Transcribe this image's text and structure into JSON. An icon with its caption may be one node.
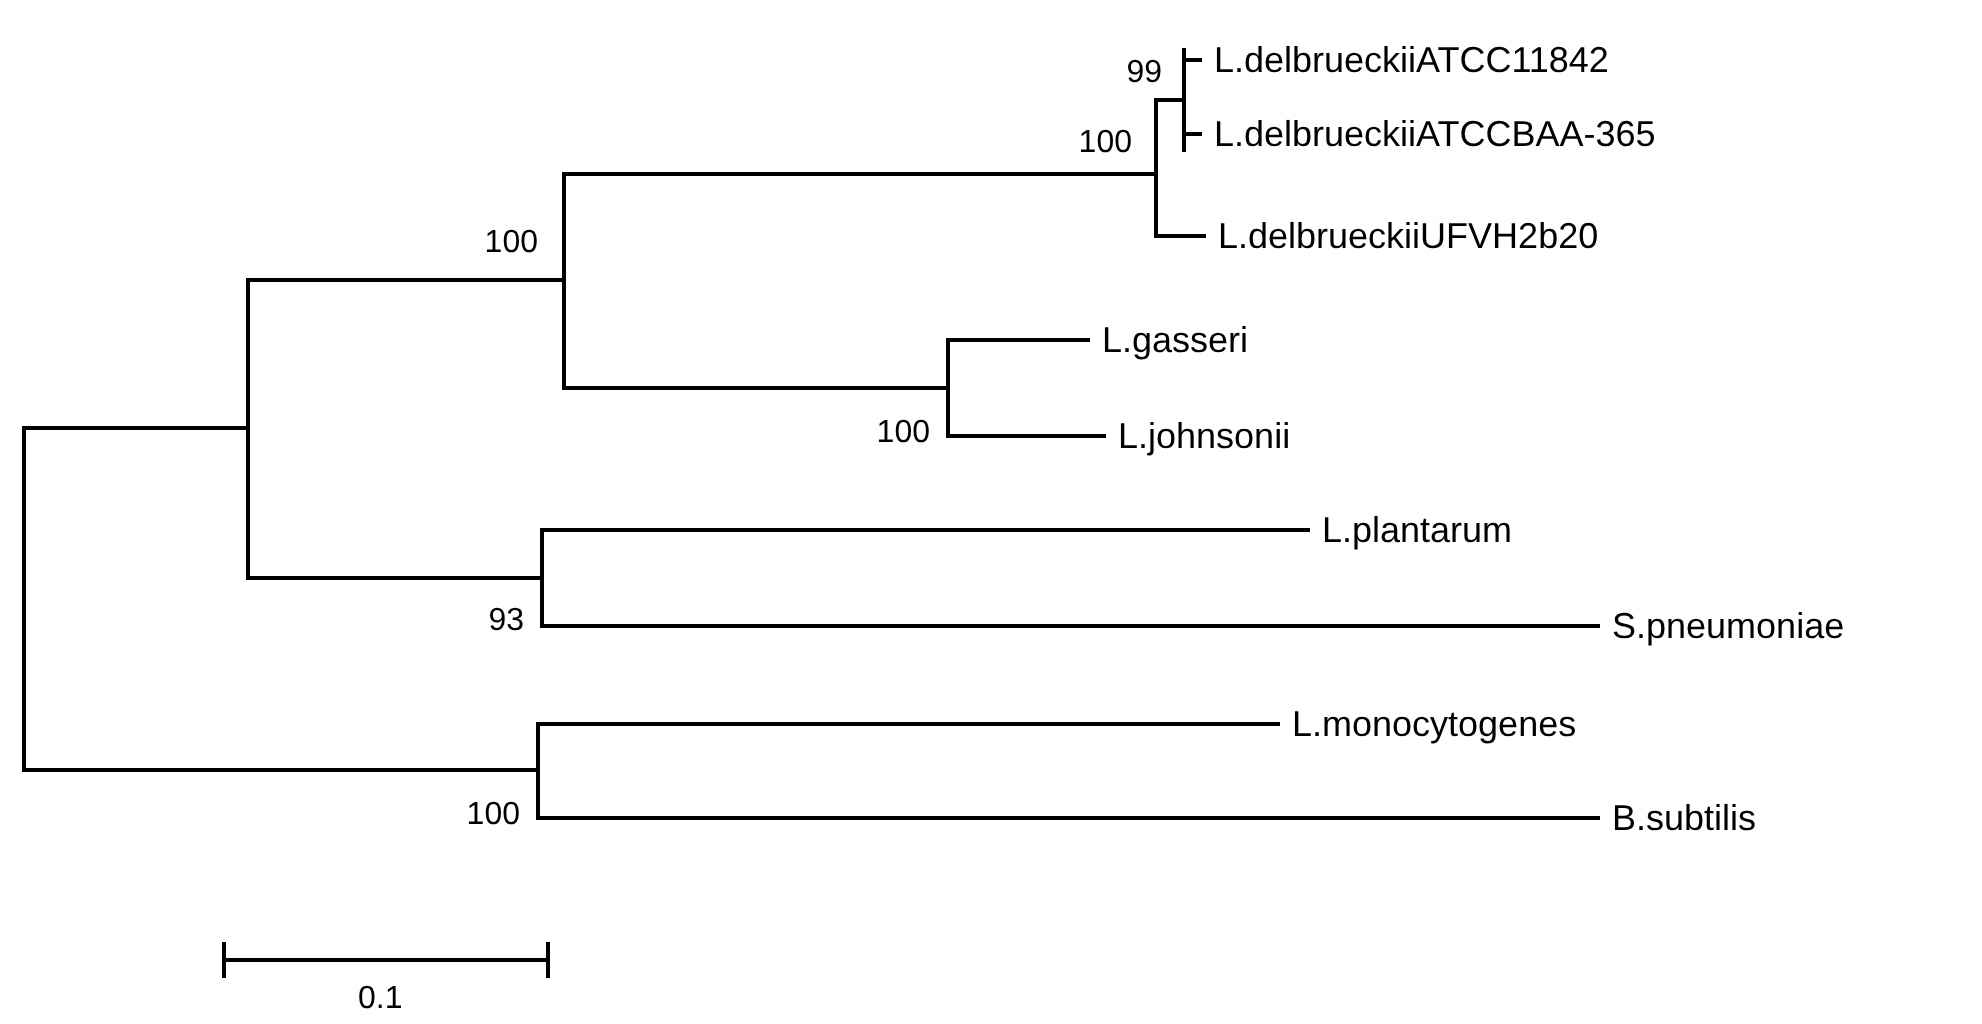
{
  "diagram": {
    "nodes": [
      {
        "text": [],
        "shape": "bar"
      },
      {
        "text": [],
        "shape": "bar"
      },
      {
        "text": [],
        "shape": "bar",
        "beside": [
          "100"
        ]
      },
      {
        "text": [],
        "shape": "bar",
        "beside": [
          "100"
        ]
      },
      {
        "text": [],
        "shape": "bar",
        "beside": [
          "99"
        ]
      },
      {
        "text": [
          "L.delbrueckiiATCC11842"
        ]
      },
      {
        "text": [
          "L.delbrueckiiATCCBAA-365"
        ]
      },
      {
        "text": [
          "L.delbrueckiiUFVH2b20"
        ]
      },
      {
        "text": [],
        "shape": "bar",
        "beside": [
          "100"
        ]
      },
      {
        "text": [
          "L.gasseri"
        ]
      },
      {
        "text": [
          "L.johnsonii"
        ]
      },
      {
        "text": [],
        "shape": "bar",
        "beside": [
          "93"
        ]
      },
      {
        "text": [
          "L.plantarum"
        ]
      },
      {
        "text": [
          "S.pneumoniae"
        ]
      },
      {
        "text": [],
        "shape": "bar",
        "beside": [
          "100"
        ]
      },
      {
        "text": [
          "L.monocytogenes"
        ]
      },
      {
        "text": [
          "B.subtilis"
        ]
      }
    ],
    "edges": [
      {
        "from": 0,
        "to": 1,
        "arrow": "none"
      },
      {
        "from": 0,
        "to": 14,
        "arrow": "none"
      },
      {
        "from": 1,
        "to": 2,
        "arrow": "none"
      },
      {
        "from": 1,
        "to": 11,
        "arrow": "none"
      },
      {
        "from": 2,
        "to": 3,
        "arrow": "none"
      },
      {
        "from": 2,
        "to": 8,
        "arrow": "none"
      },
      {
        "from": 3,
        "to": 4,
        "arrow": "none"
      },
      {
        "from": 3,
        "to": 7,
        "arrow": "none"
      },
      {
        "from": 4,
        "to": 5,
        "arrow": "none"
      },
      {
        "from": 4,
        "to": 6,
        "arrow": "none"
      },
      {
        "from": 8,
        "to": 9,
        "arrow": "none"
      },
      {
        "from": 8,
        "to": 10,
        "arrow": "none"
      },
      {
        "from": 11,
        "to": 12,
        "arrow": "none"
      },
      {
        "from": 11,
        "to": 13,
        "arrow": "none"
      },
      {
        "from": 14,
        "to": 15,
        "arrow": "none"
      },
      {
        "from": 14,
        "to": 16,
        "arrow": "none"
      }
    ],
    "labels": [
      "0.1"
    ]
  }
}
